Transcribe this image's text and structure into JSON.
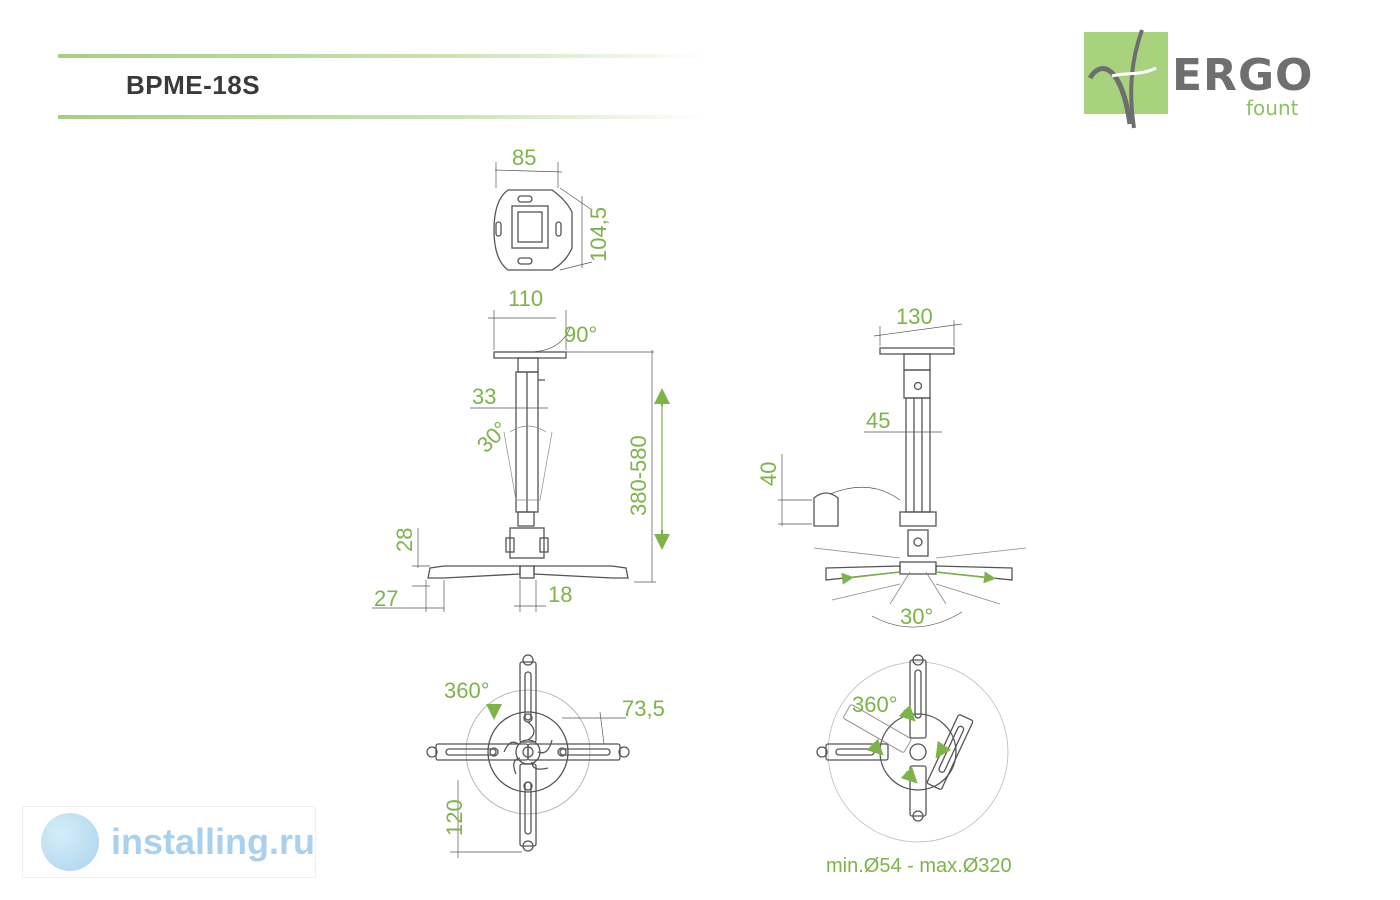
{
  "title": "BPME-18S",
  "brand": {
    "name": "ERGO",
    "sub": "fount"
  },
  "dimensions": {
    "plate_width": "85",
    "plate_height": "104,5",
    "top_width": "110",
    "tilt": "90°",
    "tube_width": "33",
    "swing": "30°",
    "height_range": "380-580",
    "base_height": "28",
    "arm_width": "27",
    "center_width": "18",
    "side_top_width": "130",
    "side_tube_width": "45",
    "cap_height": "40",
    "side_tilt": "30°",
    "rotation_left": "360°",
    "arm_offset": "73,5",
    "arm_length": "120",
    "rotation_right": "360°",
    "range": "min.Ø54 - max.Ø320"
  },
  "watermark": "installing.ru",
  "colors": {
    "accent": "#7db348",
    "line": "#555555",
    "logo_green": "#a9d27f"
  }
}
